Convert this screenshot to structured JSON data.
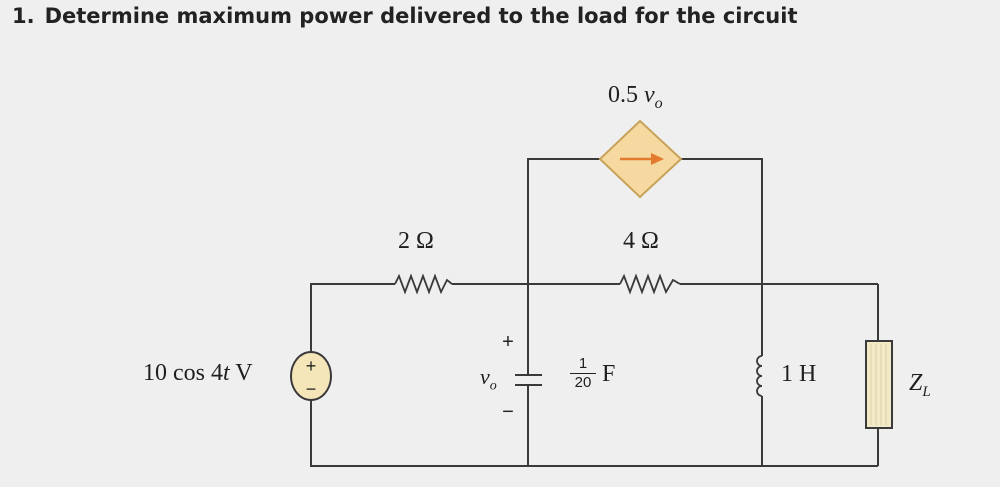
{
  "question": {
    "number": "1.",
    "text": "Determine maximum power delivered to the load for the circuit"
  },
  "circuit": {
    "source": {
      "label": "10 cos 4",
      "label_var": "t",
      "label_unit": " V",
      "plus": "+",
      "minus": "−"
    },
    "dependent_source": {
      "label_coeff": "0.5 ",
      "label_var": "v",
      "label_sub": "o"
    },
    "resistor_1": {
      "label": "2 Ω"
    },
    "resistor_2": {
      "label": "4 Ω"
    },
    "capacitor": {
      "num": "1",
      "den": "20",
      "unit": "F"
    },
    "vo": {
      "var": "v",
      "sub": "o",
      "plus": "+",
      "minus": "−"
    },
    "inductor": {
      "label": "1 H"
    },
    "load": {
      "var": "Z",
      "sub": "L"
    }
  },
  "colors": {
    "wire": "#3a3a3a",
    "dependent_source_fill": "#f5d9a0",
    "dependent_source_stroke": "#c9a25a",
    "arrow": "#e37b2f",
    "load_fill": "#f2e9c7",
    "voltage_source_fill": "#f4e6b8"
  }
}
